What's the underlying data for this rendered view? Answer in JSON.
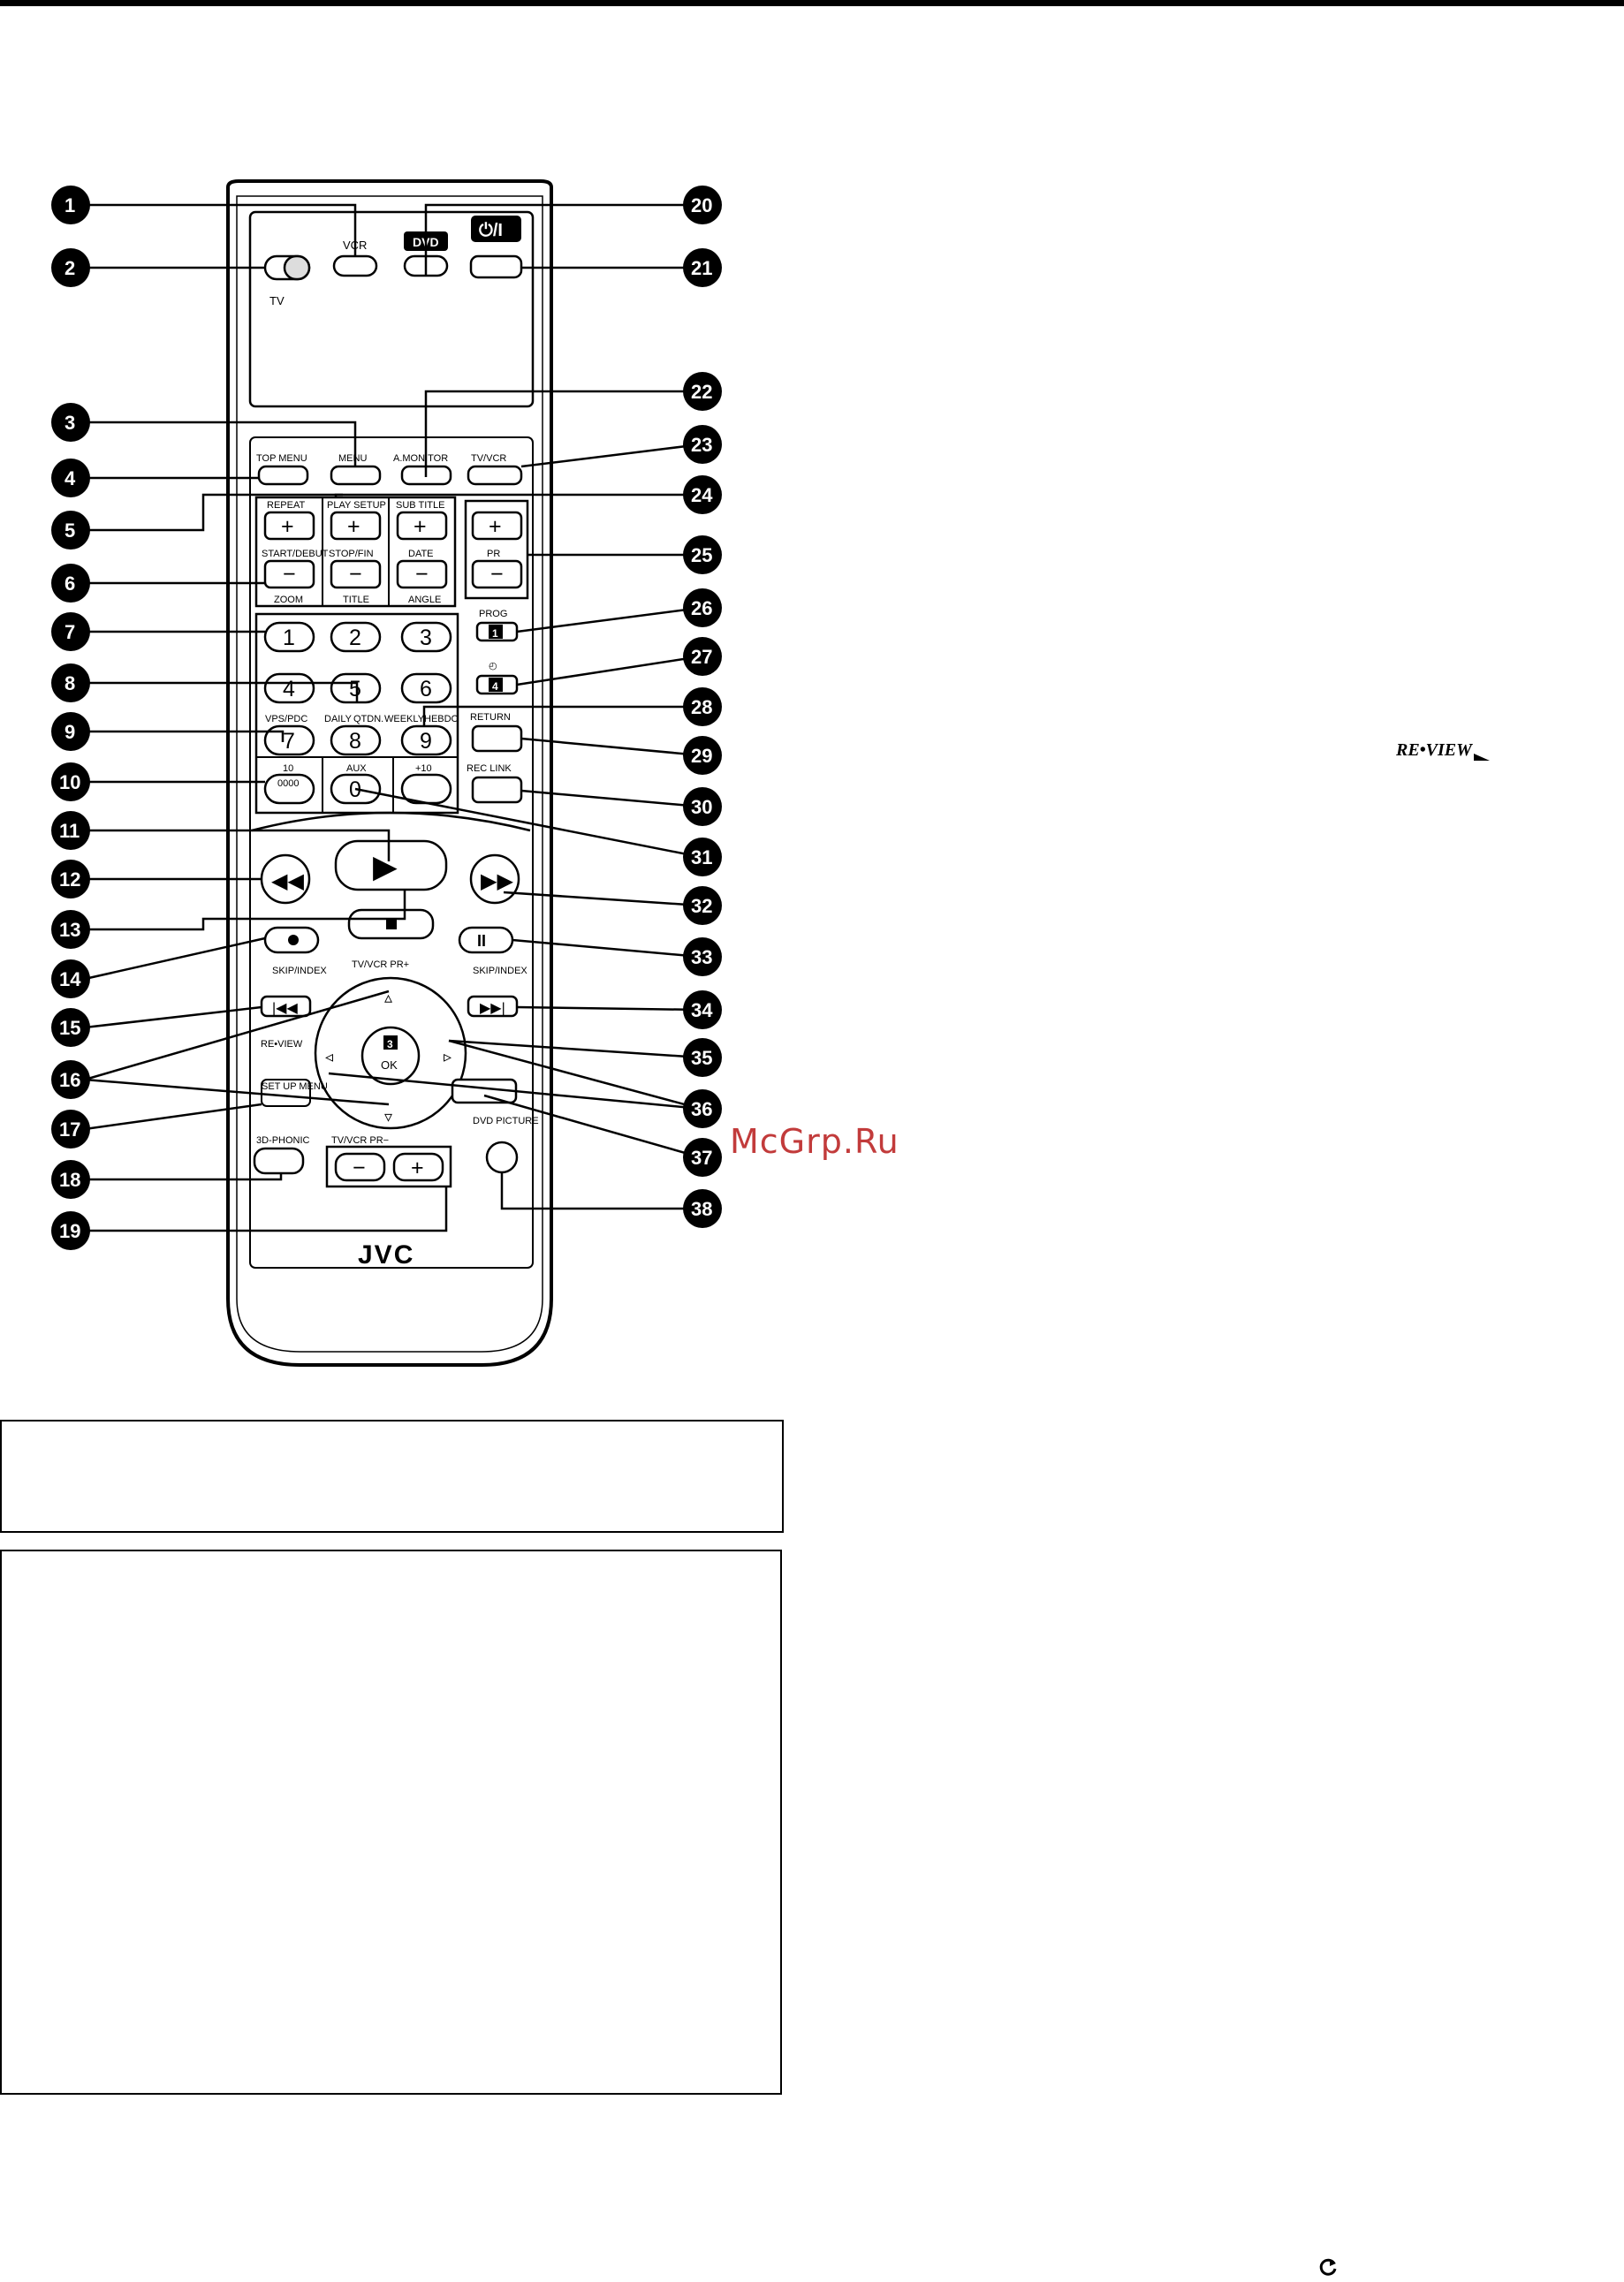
{
  "remote": {
    "brand": "JVC",
    "labels": {
      "vcr": "VCR",
      "dvd": "DVD",
      "power": "⏻/I",
      "tv": "TV",
      "top_menu": "TOP MENU",
      "menu": "MENU",
      "a_monitor": "A.MONITOR",
      "tv_vcr": "TV/VCR",
      "repeat": "REPEAT",
      "play_setup": "PLAY SETUP",
      "sub_title": "SUB TITLE",
      "start_debut": "START/DEBUT",
      "stop_fin": "STOP/FIN",
      "date": "DATE",
      "zoom": "ZOOM",
      "title": "TITLE",
      "angle": "ANGLE",
      "pr": "PR",
      "prog": "PROG",
      "vps_pdc": "VPS/PDC",
      "daily": "DAILY",
      "qtdn": "QTDN.",
      "weekly": "WEEKLY",
      "hebdo": "HEBDO",
      "return": "RETURN",
      "ten": "10",
      "zeros": "0000",
      "aux": "AUX",
      "plus_ten": "+10",
      "rec_link": "REC LINK",
      "skip_index": "SKIP/INDEX",
      "tv_vcr_pr_plus": "TV/VCR PR+",
      "tv_vcr_pr_minus": "TV/VCR PR−",
      "ok": "OK",
      "set_up_menu": "SET UP MENU",
      "three_d_phonic": "3D-PHONIC",
      "dvd_picture": "DVD PICTURE",
      "review": "RE•VIEW",
      "plus": "+",
      "minus": "−",
      "three": "3",
      "one": "1",
      "four": "4"
    },
    "digits": [
      "1",
      "2",
      "3",
      "4",
      "5",
      "6",
      "7",
      "8",
      "9",
      "0"
    ],
    "callouts_left": [
      "1",
      "2",
      "3",
      "4",
      "5",
      "6",
      "7",
      "8",
      "9",
      "10",
      "11",
      "12",
      "13",
      "14",
      "15",
      "16",
      "17",
      "18",
      "19"
    ],
    "callouts_right": [
      "20",
      "21",
      "22",
      "23",
      "24",
      "25",
      "26",
      "27",
      "28",
      "29",
      "30",
      "31",
      "32",
      "33",
      "34",
      "35",
      "36",
      "37",
      "38"
    ]
  },
  "watermark": "McGrp.Ru",
  "review_logo": "RE•VIEW"
}
